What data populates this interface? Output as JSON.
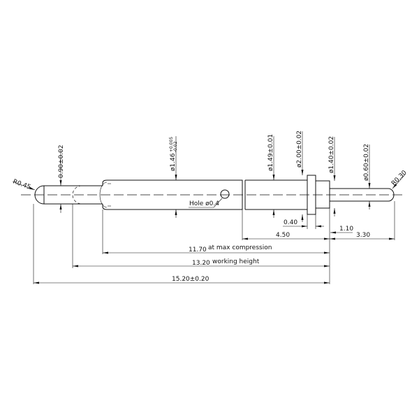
{
  "drawing": {
    "radius_left": "R0.45",
    "radius_right": "R0.30",
    "dia_tip": "0.90±0.02",
    "dia_barrel": "ø1.46",
    "dia_barrel_tol_upper": "+0.005",
    "dia_barrel_tol_lower": "-0.02",
    "dia_body": "ø1.49±0.01",
    "dia_flange": "ø2.00±0.02",
    "dia_collar": "ø1.40±0.02",
    "dia_plunger": "ø0.60±0.02",
    "hole_label": "Hole ø0.4",
    "dim_flange_width": "0.40",
    "dim_collar": "1.10",
    "dim_body": "4.50",
    "dim_plunger": "3.30",
    "dim_compression": "11.70",
    "dim_compression_note": "at max compression",
    "dim_working": "13.20",
    "dim_working_note": "working height",
    "dim_total": "15.20±0.20"
  }
}
